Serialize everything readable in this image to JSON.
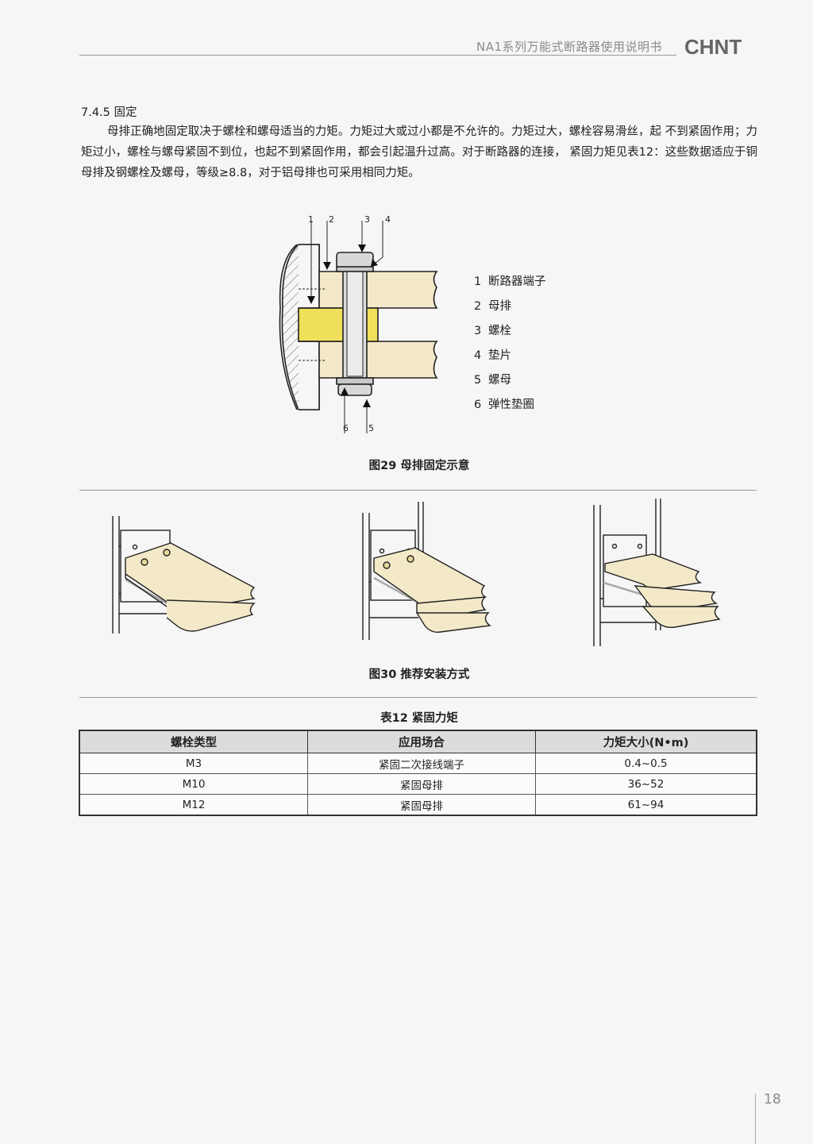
{
  "header": {
    "title": "NA1系列万能式断路器使用说明书",
    "logo": "CHNT"
  },
  "section": {
    "heading": "7.4.5 固定",
    "paragraph": "母排正确地固定取决于螺栓和螺母适当的力矩。力矩过大或过小都是不允许的。力矩过大，螺栓容易滑丝，起 不到紧固作用；力矩过小，螺栓与螺母紧固不到位，也起不到紧固作用，都会引起温升过高。对于断路器的连接， 紧固力矩见表12：这些数据适应于铜母排及钢螺栓及螺母，等级≥8.8，对于铝母排也可采用相同力矩。"
  },
  "figure29": {
    "caption": "图29 母排固定示意",
    "callouts": [
      "1",
      "2",
      "3",
      "4",
      "5",
      "6"
    ],
    "legend": [
      {
        "num": "1",
        "label": "断路器端子"
      },
      {
        "num": "2",
        "label": "母排"
      },
      {
        "num": "3",
        "label": "螺栓"
      },
      {
        "num": "4",
        "label": "垫片"
      },
      {
        "num": "5",
        "label": "螺母"
      },
      {
        "num": "6",
        "label": "弹性垫圈"
      }
    ],
    "colors": {
      "busbar": "#f3e9c8",
      "terminal": "#f0df5a",
      "outline": "#222222"
    }
  },
  "figure30": {
    "caption": "图30 推荐安装方式"
  },
  "table12": {
    "caption": "表12 紧固力矩",
    "headers": [
      "螺栓类型",
      "应用场合",
      "力矩大小(N•m)"
    ],
    "rows": [
      [
        "M3",
        "紧固二次接线端子",
        "0.4~0.5"
      ],
      [
        "M10",
        "紧固母排",
        "36~52"
      ],
      [
        "M12",
        "紧固母排",
        "61~94"
      ]
    ]
  },
  "footer": {
    "page_number": "18"
  }
}
